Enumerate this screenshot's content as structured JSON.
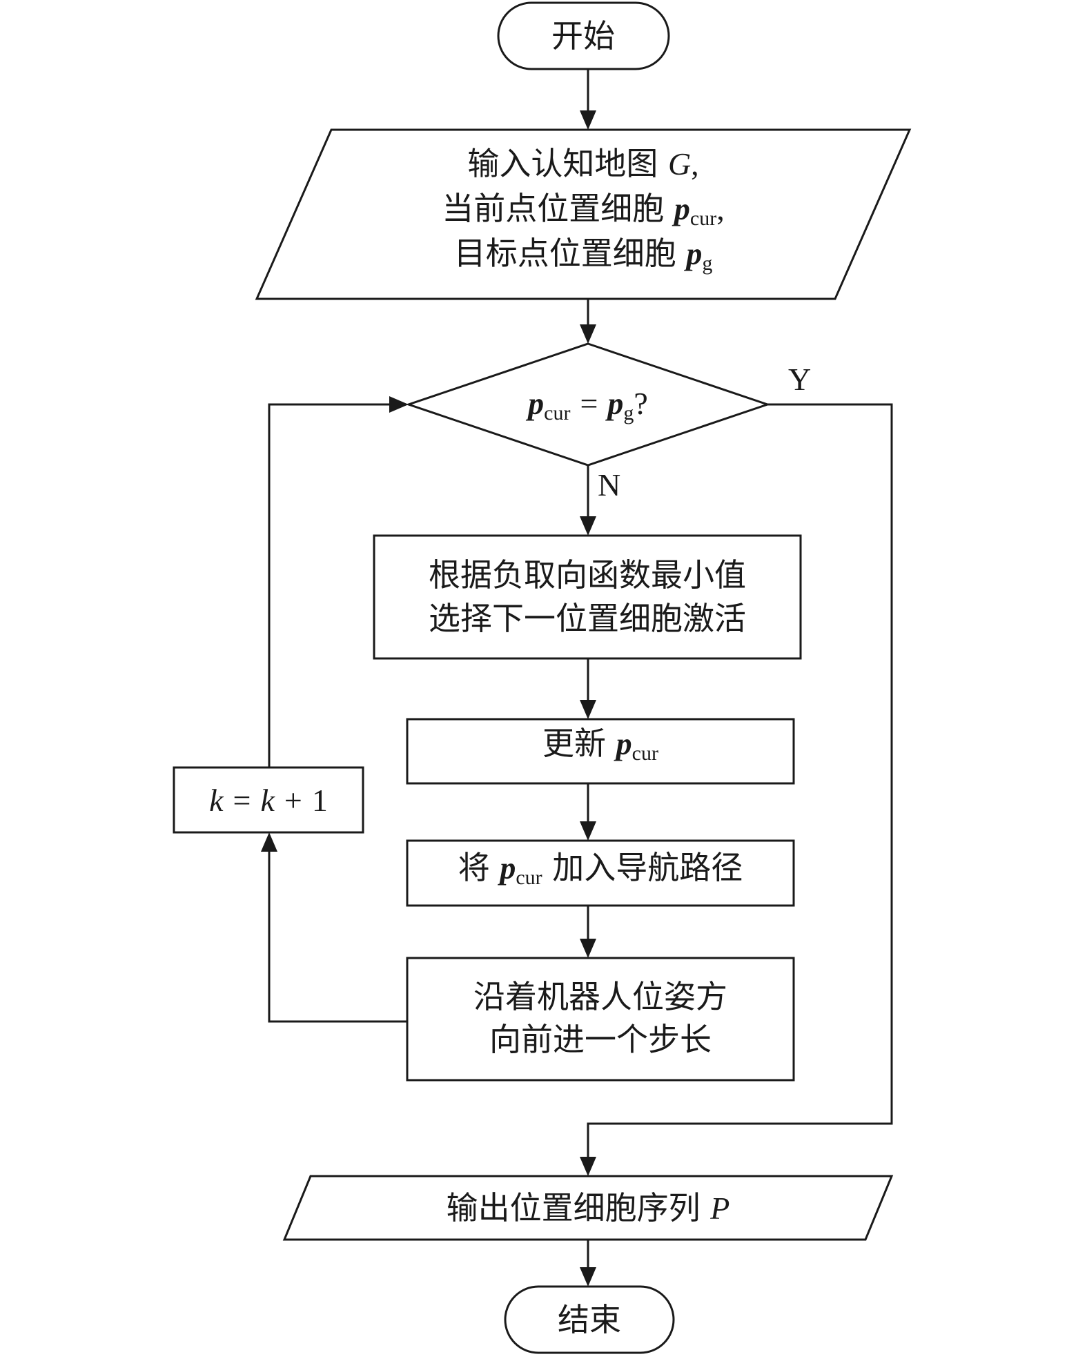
{
  "flowchart": {
    "start": "开始",
    "input": {
      "line1_text": "输入认知地图",
      "line1_var": "G",
      "line1_punct": ",",
      "line2_text": "当前点位置细胞",
      "line2_var": "p",
      "line2_sub": "cur",
      "line2_punct": ",",
      "line3_text": "目标点位置细胞",
      "line3_var": "p",
      "line3_sub": "g"
    },
    "decision": {
      "var1": "p",
      "sub1": "cur",
      "op": "=",
      "var2": "p",
      "sub2": "g",
      "q": "?"
    },
    "yes_label": "Y",
    "no_label": "N",
    "step1": {
      "line1": "根据负取向函数最小值",
      "line2": "选择下一位置细胞激活"
    },
    "step2": {
      "text": "更新",
      "var": "p",
      "sub": "cur"
    },
    "step3": {
      "prefix": "将",
      "var": "p",
      "sub": "cur",
      "suffix": "加入导航路径"
    },
    "step4": {
      "line1": "沿着机器人位姿方",
      "line2": "向前进一个步长"
    },
    "counter": {
      "var1": "k",
      "op1": "=",
      "var2": "k",
      "op2": "+",
      "num": "1"
    },
    "output": {
      "text": "输出位置细胞序列",
      "var": "P"
    },
    "end": "结束"
  }
}
